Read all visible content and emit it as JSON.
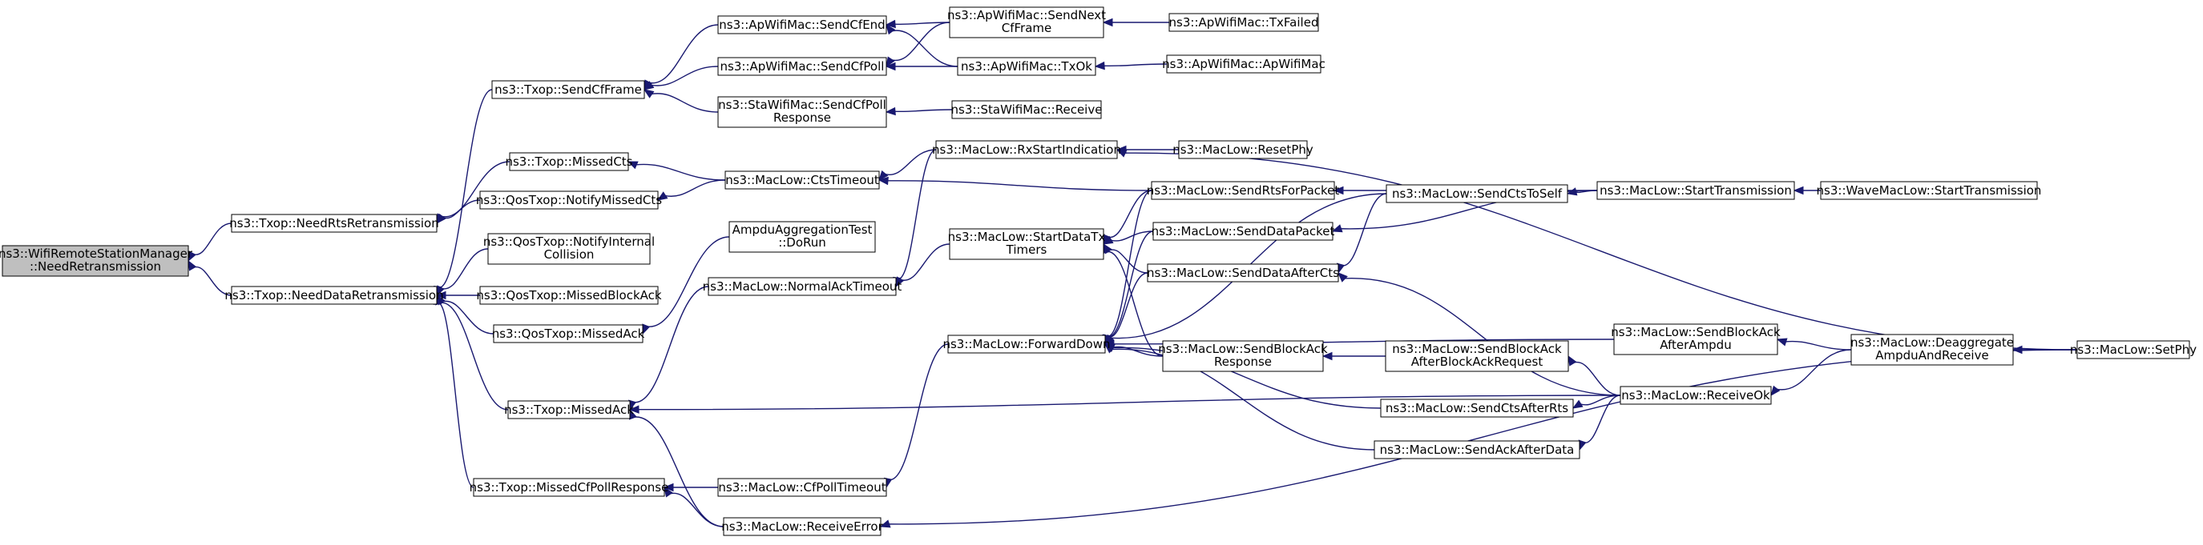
{
  "graph": {
    "edge_color": "#191970",
    "root_fill": "#bfbfbf",
    "node_fill": "#ffffff",
    "nodes": {
      "root": {
        "lines": [
          "ns3::WifiRemoteStationManager",
          "::NeedRetransmission"
        ],
        "root": true
      },
      "needRts": {
        "lines": [
          "ns3::Txop::NeedRtsRetransmission"
        ]
      },
      "needData": {
        "lines": [
          "ns3::Txop::NeedDataRetransmission"
        ]
      },
      "sendCfFrame": {
        "lines": [
          "ns3::Txop::SendCfFrame"
        ]
      },
      "missedCts": {
        "lines": [
          "ns3::Txop::MissedCts"
        ]
      },
      "qosNotifyMissedCts": {
        "lines": [
          "ns3::QosTxop::NotifyMissedCts"
        ]
      },
      "qosNotifyInternal": {
        "lines": [
          "ns3::QosTxop::NotifyInternal",
          "Collision"
        ]
      },
      "qosMissedBlockAck": {
        "lines": [
          "ns3::QosTxop::MissedBlockAck"
        ]
      },
      "qosMissedAck": {
        "lines": [
          "ns3::QosTxop::MissedAck"
        ]
      },
      "txopMissedAck": {
        "lines": [
          "ns3::Txop::MissedAck"
        ]
      },
      "missedCfPoll": {
        "lines": [
          "ns3::Txop::MissedCfPollResponse"
        ]
      },
      "apSendCfEnd": {
        "lines": [
          "ns3::ApWifiMac::SendCfEnd"
        ]
      },
      "apSendCfPoll": {
        "lines": [
          "ns3::ApWifiMac::SendCfPoll"
        ]
      },
      "staSendCfPollResp": {
        "lines": [
          "ns3::StaWifiMac::SendCfPoll",
          "Response"
        ]
      },
      "macCtsTimeout": {
        "lines": [
          "ns3::MacLow::CtsTimeout"
        ]
      },
      "ampduDoRun": {
        "lines": [
          "AmpduAggregationTest",
          "::DoRun"
        ]
      },
      "macNormalAck": {
        "lines": [
          "ns3::MacLow::NormalAckTimeout"
        ]
      },
      "macCfPollTimeout": {
        "lines": [
          "ns3::MacLow::CfPollTimeout"
        ]
      },
      "macReceiveError": {
        "lines": [
          "ns3::MacLow::ReceiveError"
        ]
      },
      "apSendNextCf": {
        "lines": [
          "ns3::ApWifiMac::SendNext",
          "CfFrame"
        ]
      },
      "apTxOk": {
        "lines": [
          "ns3::ApWifiMac::TxOk"
        ]
      },
      "staReceive": {
        "lines": [
          "ns3::StaWifiMac::Receive"
        ]
      },
      "macRxStart": {
        "lines": [
          "ns3::MacLow::RxStartIndication"
        ]
      },
      "macStartDataTx": {
        "lines": [
          "ns3::MacLow::StartDataTx",
          "Timers"
        ]
      },
      "macForwardDown": {
        "lines": [
          "ns3::MacLow::ForwardDown"
        ]
      },
      "apTxFailed": {
        "lines": [
          "ns3::ApWifiMac::TxFailed"
        ]
      },
      "apApWifiMac": {
        "lines": [
          "ns3::ApWifiMac::ApWifiMac"
        ]
      },
      "macResetPhy": {
        "lines": [
          "ns3::MacLow::ResetPhy"
        ]
      },
      "macSendRts": {
        "lines": [
          "ns3::MacLow::SendRtsForPacket"
        ]
      },
      "macSendData": {
        "lines": [
          "ns3::MacLow::SendDataPacket"
        ]
      },
      "macSendDataAfterCts": {
        "lines": [
          "ns3::MacLow::SendDataAfterCts"
        ]
      },
      "macSendBlockAckResp": {
        "lines": [
          "ns3::MacLow::SendBlockAck",
          "Response"
        ]
      },
      "macSendCtsAfterRts": {
        "lines": [
          "ns3::MacLow::SendCtsAfterRts"
        ]
      },
      "macSendAckAfterData": {
        "lines": [
          "ns3::MacLow::SendAckAfterData"
        ]
      },
      "macSendCtsToSelf": {
        "lines": [
          "ns3::MacLow::SendCtsToSelf"
        ]
      },
      "macSendBlockAckAfterBAR": {
        "lines": [
          "ns3::MacLow::SendBlockAck",
          "AfterBlockAckRequest"
        ]
      },
      "macStartTransmission": {
        "lines": [
          "ns3::MacLow::StartTransmission"
        ]
      },
      "macSendBlockAckAfterAmpdu": {
        "lines": [
          "ns3::MacLow::SendBlockAck",
          "AfterAmpdu"
        ]
      },
      "macReceiveOk": {
        "lines": [
          "ns3::MacLow::ReceiveOk"
        ]
      },
      "waveStartTransmission": {
        "lines": [
          "ns3::WaveMacLow::StartTransmission"
        ]
      },
      "macDeaggregate": {
        "lines": [
          "ns3::MacLow::Deaggregate",
          "AmpduAndReceive"
        ]
      },
      "macSetPhy": {
        "lines": [
          "ns3::MacLow::SetPhy"
        ]
      }
    },
    "edges": [
      [
        "needRts",
        "root"
      ],
      [
        "needData",
        "root"
      ],
      [
        "missedCts",
        "needRts"
      ],
      [
        "qosNotifyMissedCts",
        "needRts"
      ],
      [
        "sendCfFrame",
        "needData"
      ],
      [
        "qosNotifyInternal",
        "needData"
      ],
      [
        "qosMissedBlockAck",
        "needData"
      ],
      [
        "qosMissedAck",
        "needData"
      ],
      [
        "txopMissedAck",
        "needData"
      ],
      [
        "missedCfPoll",
        "needData"
      ],
      [
        "apSendCfEnd",
        "sendCfFrame"
      ],
      [
        "apSendCfPoll",
        "sendCfFrame"
      ],
      [
        "staSendCfPollResp",
        "sendCfFrame"
      ],
      [
        "macCtsTimeout",
        "missedCts"
      ],
      [
        "macCtsTimeout",
        "qosNotifyMissedCts"
      ],
      [
        "ampduDoRun",
        "qosMissedAck"
      ],
      [
        "macNormalAck",
        "txopMissedAck"
      ],
      [
        "macReceiveError",
        "txopMissedAck"
      ],
      [
        "macCfPollTimeout",
        "missedCfPoll"
      ],
      [
        "macReceiveError",
        "missedCfPoll"
      ],
      [
        "apSendNextCf",
        "apSendCfEnd"
      ],
      [
        "apSendNextCf",
        "apSendCfPoll"
      ],
      [
        "apTxOk",
        "apSendCfEnd"
      ],
      [
        "apTxOk",
        "apSendCfPoll"
      ],
      [
        "staReceive",
        "staSendCfPollResp"
      ],
      [
        "macRxStart",
        "macCtsTimeout"
      ],
      [
        "macSendRts",
        "macCtsTimeout"
      ],
      [
        "macRxStart",
        "macNormalAck"
      ],
      [
        "macStartDataTx",
        "macNormalAck"
      ],
      [
        "macForwardDown",
        "macCfPollTimeout"
      ],
      [
        "macSetPhy",
        "macReceiveError"
      ],
      [
        "apTxFailed",
        "apSendNextCf"
      ],
      [
        "apApWifiMac",
        "apTxOk"
      ],
      [
        "macResetPhy",
        "macRxStart"
      ],
      [
        "macSetPhy",
        "macRxStart"
      ],
      [
        "macSendRts",
        "macStartDataTx"
      ],
      [
        "macSendData",
        "macStartDataTx"
      ],
      [
        "macSendDataAfterCts",
        "macStartDataTx"
      ],
      [
        "macSendBlockAckResp",
        "macStartDataTx"
      ],
      [
        "macSendRts",
        "macForwardDown"
      ],
      [
        "macSendData",
        "macForwardDown"
      ],
      [
        "macSendDataAfterCts",
        "macForwardDown"
      ],
      [
        "macSendBlockAckResp",
        "macForwardDown"
      ],
      [
        "macSendCtsAfterRts",
        "macForwardDown"
      ],
      [
        "macSendAckAfterData",
        "macForwardDown"
      ],
      [
        "macSendCtsToSelf",
        "macForwardDown"
      ],
      [
        "macSendBlockAckAfterAmpdu",
        "macForwardDown"
      ],
      [
        "macStartTransmission",
        "macSendRts"
      ],
      [
        "macStartTransmission",
        "macSendData"
      ],
      [
        "macSendCtsToSelf",
        "macSendDataAfterCts"
      ],
      [
        "macReceiveOk",
        "macSendDataAfterCts"
      ],
      [
        "macSendBlockAckAfterBAR",
        "macSendBlockAckResp"
      ],
      [
        "macReceiveOk",
        "macSendCtsAfterRts"
      ],
      [
        "macReceiveOk",
        "macSendAckAfterData"
      ],
      [
        "macStartTransmission",
        "macSendCtsToSelf"
      ],
      [
        "macReceiveOk",
        "macSendBlockAckAfterBAR"
      ],
      [
        "macDeaggregate",
        "macSendBlockAckAfterAmpdu"
      ],
      [
        "waveStartTransmission",
        "macStartTransmission"
      ],
      [
        "macDeaggregate",
        "macReceiveOk"
      ],
      [
        "macSetPhy",
        "macDeaggregate"
      ],
      [
        "macReceiveOk",
        "txopMissedAck"
      ]
    ]
  }
}
